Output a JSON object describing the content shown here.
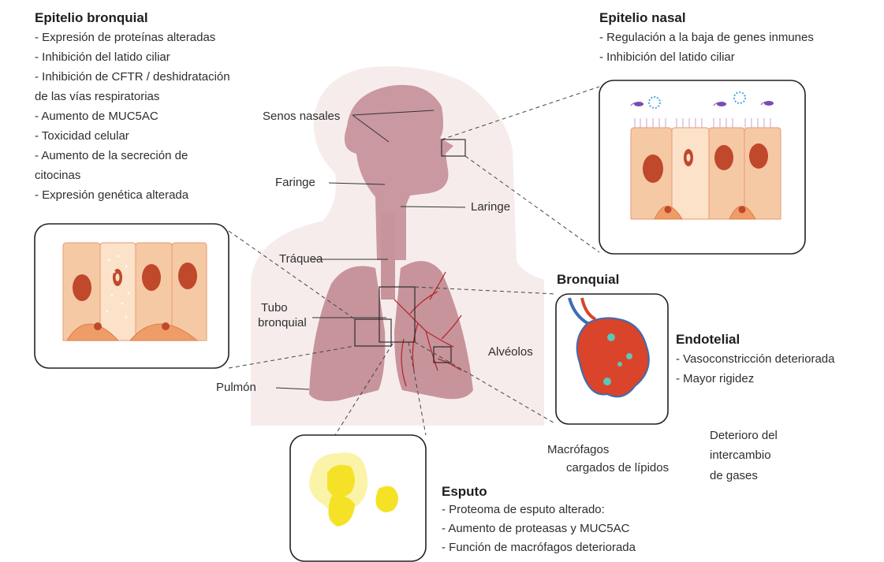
{
  "panels": {
    "epitelio_bronquial": {
      "title": "Epitelio bronquial",
      "items": [
        "- Expresión de proteínas alteradas",
        "- Inhibición del latido ciliar",
        "- Inhibición de CFTR / deshidratación",
        "de las vías respiratorias",
        "- Aumento de MUC5AC",
        "- Toxicidad celular",
        "- Aumento de la secreción de",
        "citocinas",
        "- Expresión genética alterada"
      ]
    },
    "epitelio_nasal": {
      "title": "Epitelio nasal",
      "items": [
        "- Regulación a la baja de genes inmunes",
        "- Inhibición del latido ciliar"
      ]
    },
    "bronquial": {
      "title": "Bronquial"
    },
    "endotelial": {
      "title": "Endotelial",
      "items": [
        "- Vasoconstricción deteriorada",
        "- Mayor rigidez"
      ]
    },
    "esputo": {
      "title": "Esputo",
      "items": [
        "- Proteoma de esputo alterado:",
        "- Aumento de proteasas y MUC5AC",
        "- Función de macrófagos deteriorada"
      ]
    }
  },
  "anatomy_labels": {
    "senos": "Senos nasales",
    "faringe": "Faringe",
    "laringe": "Laringe",
    "traquea": "Tráquea",
    "tubo_1": "Tubo",
    "tubo_2": "bronquial",
    "alveolos": "Alvéolos",
    "pulmon": "Pulmón"
  },
  "notes": {
    "macrofagos_1": "Macrófagos",
    "macrofagos_2": "cargados de lípidos",
    "deterioro_1": "Deterioro del",
    "deterioro_2": "intercambio",
    "deterioro_3": "de gases"
  },
  "colors": {
    "background_panel": "#f7ecec",
    "body_fill": "#c7949c",
    "cell_light": "#f6c9a5",
    "nucleus": "#c0482b",
    "airway_lines": "#b32a2a",
    "sputum": "#f5e227",
    "blood_red": "#d9442a",
    "blood_blue": "#3b6db5"
  }
}
